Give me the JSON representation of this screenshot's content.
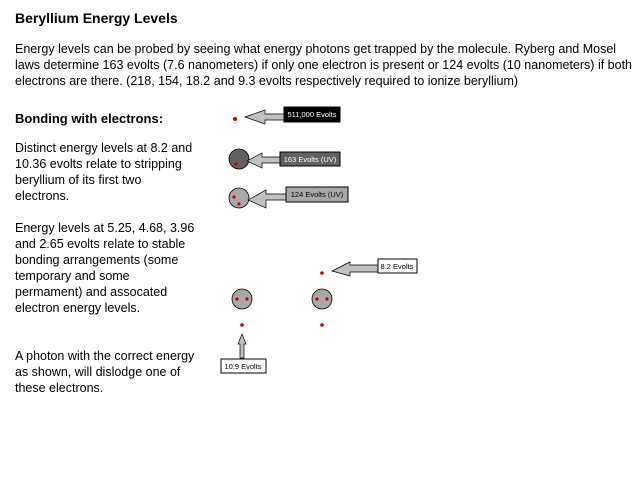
{
  "title": "Beryllium Energy Levels",
  "intro": "Energy levels can be probed by seeing what energy photons get trapped by the molecule. Ryberg and Mosel laws determine 163 evolts (7.6 nanometers) if only one electron is present or 124 evolts (10 nanometers) if both electrons are there. (218, 154, 18.2 and 9.3 evolts respectively required to ionize beryllium)",
  "bonding_heading": "Bonding with electrons:",
  "paragraphs": {
    "p1": "Distinct energy levels at 8.2 and 10.36 evolts relate to stripping beryllium of its first two electrons.",
    "p2": "Energy levels at 5.25, 4.68, 3.96 and 2.65 evolts relate to stable bonding arrangements (some temporary and some permament) and assocated electron energy levels.",
    "p3": "A photon with the correct energy as shown, will dislodge one of these electrons."
  },
  "labels": {
    "l511": "511,000 Evolts",
    "l163": "163 Evolts (UV)",
    "l124": "124 Evolts (UV)",
    "l82": "8.2 Evolts",
    "l109": "10.9 Evolts"
  },
  "colors": {
    "nucleus": "#808080",
    "electron": "#c00000",
    "label_dark": "#000000",
    "label_mid": "#606060",
    "label_light": "#ffffff"
  }
}
